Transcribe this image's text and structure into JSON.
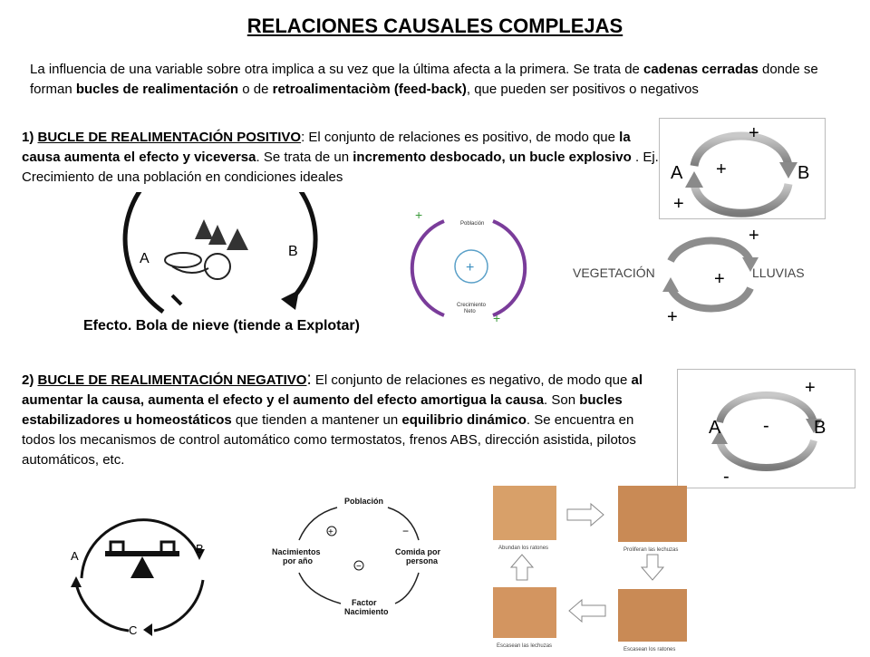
{
  "title": "RELACIONES CAUSALES COMPLEJAS",
  "intro": {
    "t1": "La influencia de una variable sobre otra implica a su vez que la última afecta a la primera. Se trata de ",
    "b1": "cadenas cerradas",
    "t2": " donde se forman ",
    "b2": "bucles de realimentación",
    "t3": " o de ",
    "b3": "retroalimentaciòm (feed-back)",
    "t4": ", que pueden ser positivos o negativos"
  },
  "positive": {
    "num": "1) ",
    "heading": "BUCLE DE REALIMENTACIÓN POSITIVO",
    "t1": ": El conjunto de relaciones es positivo, de modo que ",
    "b1": "la causa aumenta el efecto y viceversa",
    "t2": ". Se trata de un ",
    "b2": "incremento desbocado, un bucle explosivo",
    "t3": " . Ej. Crecimiento de una población en condiciones ideales"
  },
  "negative": {
    "num": "2) ",
    "heading": "BUCLE DE REALIMENTACIÓN NEGATIVO",
    "colon": ":",
    "t1": " El conjunto de relaciones es negativo, de modo que ",
    "b1": "al aumentar la causa, aumenta el efecto y el aumento del efecto amortigua la causa",
    "t2": ". Son ",
    "b2": "bucles estabilizadores u homeostáticos",
    "t3": " que tienden a mantener un ",
    "b3": "equilibrio dinámico",
    "t4": ". Se encuentra en todos los mecanismos de control automático como termostatos, frenos ABS, dirección asistida, pilotos automáticos, etc."
  },
  "diagram_pos_ab": {
    "a": "A",
    "b": "B",
    "top": "+",
    "center": "+",
    "bottom": "+"
  },
  "diagram_veg": {
    "a": "VEGETACIÓN",
    "b": "LLUVIAS",
    "top": "+",
    "center": "+",
    "bottom": "+"
  },
  "diagram_neg_ab": {
    "a": "A",
    "b": "B",
    "top": "+",
    "center": "-",
    "bottom": "-"
  },
  "snowball": {
    "a": "A",
    "b": "B",
    "caption": "Efecto. Bola de nieve (tiende a Explotar)"
  },
  "pop_pos": {
    "top_label": "Población",
    "bottom_label_1": "Crecimiento",
    "bottom_label_2": "Neto",
    "plus": "+"
  },
  "seesaw": {
    "a": "A",
    "b": "B",
    "c": "C"
  },
  "pop_neg": {
    "top": "Población",
    "left_1": "Nacimientos",
    "left_2": "por año",
    "right_1": "Comida por",
    "right_2": "persona",
    "bottom_1": "Factor",
    "bottom_2": "Nacimiento",
    "plus": "+",
    "minus": "−"
  },
  "owls": {
    "tl": "Abundan los ratones",
    "tr": "Proliferan las lechuzas",
    "bl": "Escasean las lechuzas",
    "br": "Escasean los ratones"
  }
}
